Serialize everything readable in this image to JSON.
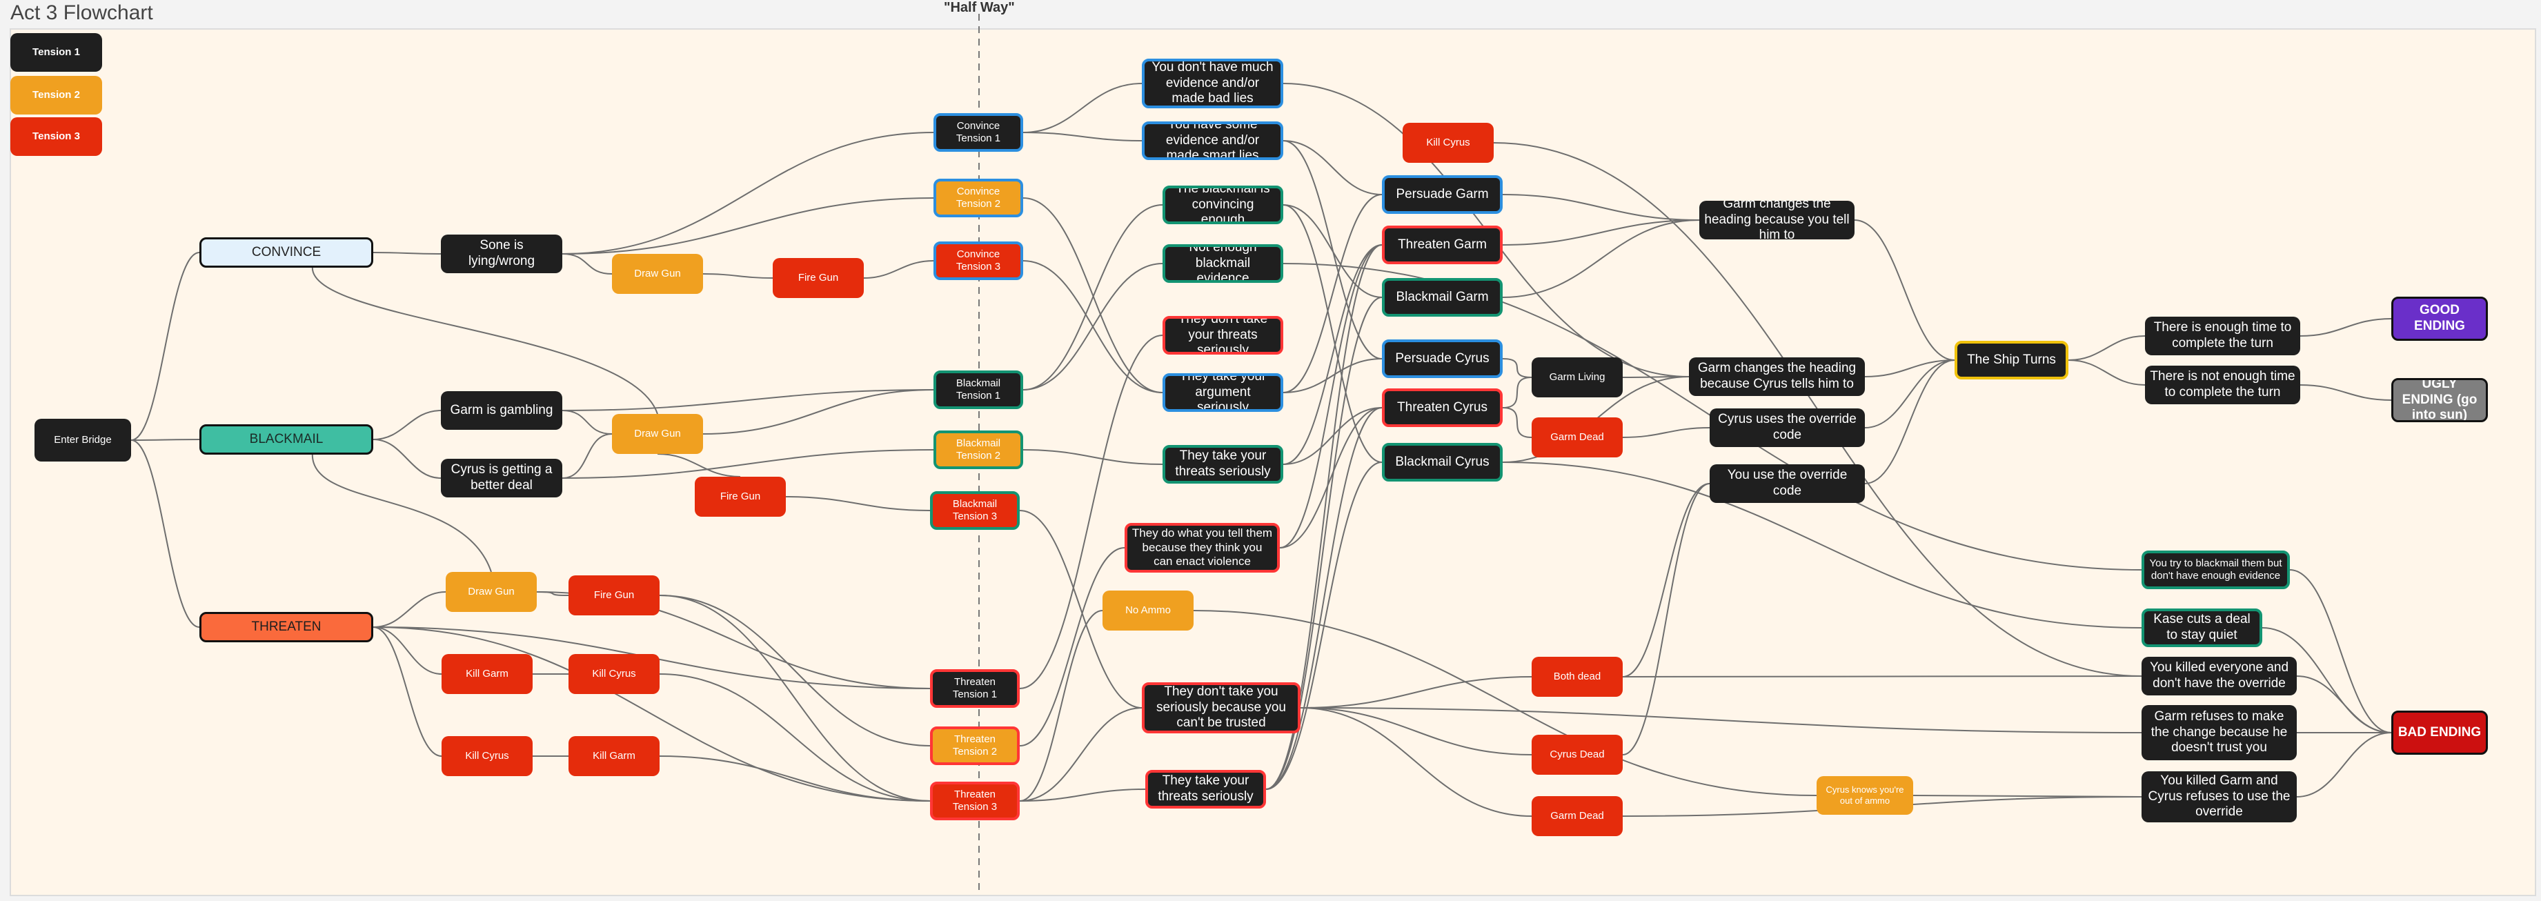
{
  "title": "Act 3 Flowchart",
  "halfway_label": "\"Half Way\"",
  "colors": {
    "canvas": "#fff6ea",
    "black": "#1f1f1f",
    "orange": "#f0a020",
    "red": "#e52c0c",
    "blue_border": "#2c8fe0",
    "green_border": "#139472",
    "red_border": "#ff3636",
    "connector": "#6e6e6e"
  },
  "legend": [
    "Tension 1",
    "Tension 2",
    "Tension 3"
  ],
  "nodes": {
    "enter_bridge": "Enter Bridge",
    "convince": "CONVINCE",
    "blackmail": "BLACKMAIL",
    "threaten": "THREATEN",
    "sone_lying": "Sone is lying/wrong",
    "garm_gambling": "Garm is gambling",
    "cyrus_better_deal": "Cyrus is getting a better deal",
    "draw_gun_convince": "Draw Gun",
    "fire_gun_convince": "Fire Gun",
    "draw_gun_blackmail": "Draw Gun",
    "fire_gun_blackmail": "Fire Gun",
    "draw_gun_threaten": "Draw Gun",
    "fire_gun_threaten": "Fire Gun",
    "kill_garm_1": "Kill Garm",
    "kill_cyrus_1": "Kill Cyrus",
    "kill_cyrus_2": "Kill Cyrus",
    "kill_garm_2": "Kill Garm",
    "convince_t1": "Convince Tension 1",
    "convince_t2": "Convince Tension 2",
    "convince_t3": "Convince Tension 3",
    "blackmail_t1": "Blackmail Tension 1",
    "blackmail_t2": "Blackmail Tension 2",
    "blackmail_t3": "Blackmail Tension 3",
    "threaten_t1": "Threaten Tension 1",
    "threaten_t2": "Threaten Tension 2",
    "threaten_t3": "Threaten Tension 3",
    "no_much_evidence": "You don't have much evidence and/or made bad lies",
    "some_evidence": "You have some evidence and/or made smart lies",
    "blackmail_convincing": "The blackmail is convincing enough",
    "not_enough_blackmail": "Not enough blackmail evidence",
    "dont_take_threats": "They don't take your threats seriously",
    "take_argument": "They take your argument seriously",
    "take_threats_1": "They take your threats seriously",
    "do_what_you_tell": "They do what you tell them because they think you can enact violence",
    "no_ammo": "No Ammo",
    "cant_be_trusted": "They don't take you seriously because you can't be trusted",
    "take_threats_2": "They take your threats seriously",
    "kill_cyrus_3": "Kill Cyrus",
    "persuade_garm": "Persuade Garm",
    "threaten_garm": "Threaten Garm",
    "blackmail_garm": "Blackmail Garm",
    "persuade_cyrus": "Persuade Cyrus",
    "threaten_cyrus": "Threaten Cyrus",
    "blackmail_cyrus": "Blackmail Cyrus",
    "garm_living": "Garm Living",
    "garm_dead_1": "Garm Dead",
    "both_dead": "Both dead",
    "cyrus_dead": "Cyrus Dead",
    "garm_dead_2": "Garm Dead",
    "garm_heading_you": "Garm changes the heading because you tell him to",
    "garm_heading_cyrus": "Garm changes the heading because Cyrus tells him to",
    "cyrus_override": "Cyrus uses the override code",
    "you_override": "You use the override code",
    "cyrus_knows_ammo": "Cyrus knows you're out of ammo",
    "ship_turns": "The Ship Turns",
    "enough_time": "There is enough time to complete the turn",
    "not_enough_time": "There is not enough time to complete the turn",
    "good_ending": "GOOD ENDING",
    "ugly_ending": "UGLY ENDING (go into sun)",
    "try_blackmail": "You try to blackmail them but don't have enough evidence",
    "kase_deal": "Kase cuts a deal to stay quiet",
    "killed_everyone": "You killed everyone and don't have the override",
    "garm_refuses": "Garm refuses to make the change because he doesn't trust you",
    "killed_garm_cyrus": "You killed Garm and Cyrus refuses to use the override",
    "bad_ending": "BAD ENDING"
  }
}
